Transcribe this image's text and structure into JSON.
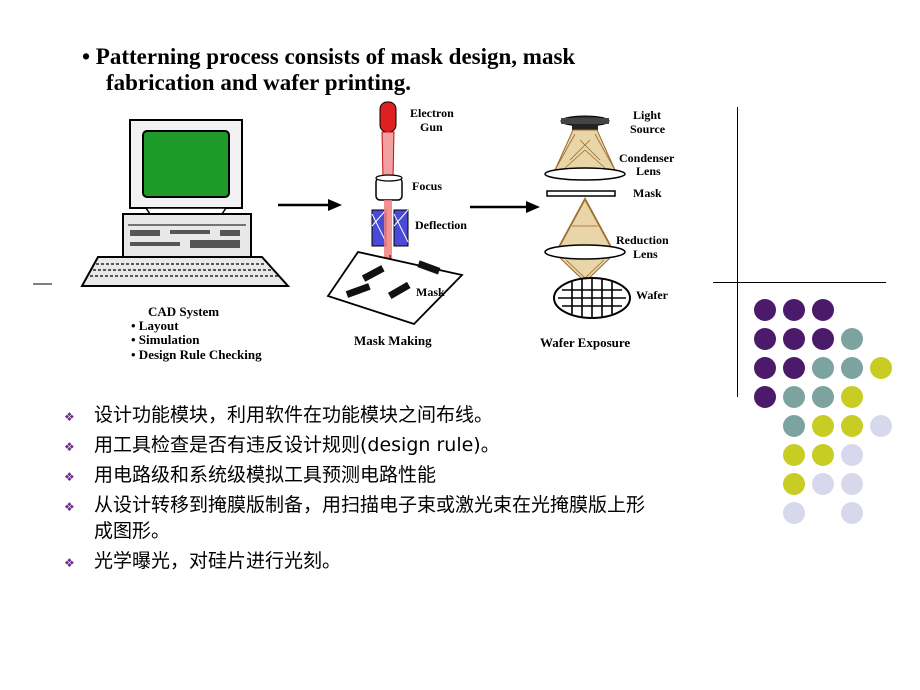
{
  "headline": {
    "line1": "• Patterning process consists of mask design, mask",
    "line2": "fabrication and wafer printing."
  },
  "diagram": {
    "cad": {
      "title": "CAD System",
      "items": [
        "• Layout",
        "• Simulation",
        "• Design Rule Checking"
      ]
    },
    "mask_making": {
      "title": "Mask Making",
      "electron_gun": [
        "Electron",
        "Gun"
      ],
      "focus": "Focus",
      "deflection": "Deflection",
      "mask": "Mask"
    },
    "wafer_exposure": {
      "title": "Wafer Exposure",
      "light_source": [
        "Light",
        "Source"
      ],
      "condenser_lens": [
        "Condenser",
        "Lens"
      ],
      "mask": "Mask",
      "reduction_lens": [
        "Reduction",
        "Lens"
      ],
      "wafer": "Wafer"
    }
  },
  "bullets": [
    "设计功能模块，利用软件在功能模块之间布线。",
    "用工具检查是否有违反设计规则(design  rule)。",
    "用电路级和系统级模拟工具预测电路性能",
    "从设计转移到掩膜版制备，用扫描电子束或激光束在光掩膜版上形成图形。",
    "光学曝光，对硅片进行光刻。"
  ],
  "colors": {
    "purple": "#4b1a6b",
    "teal": "#7da3a1",
    "yellow": "#c9cc22",
    "lavender": "#d8d8ec",
    "beam_red": "#e02020",
    "cone_tan": "#c9a66b"
  },
  "bullet_icon": "diamond-cluster-icon"
}
